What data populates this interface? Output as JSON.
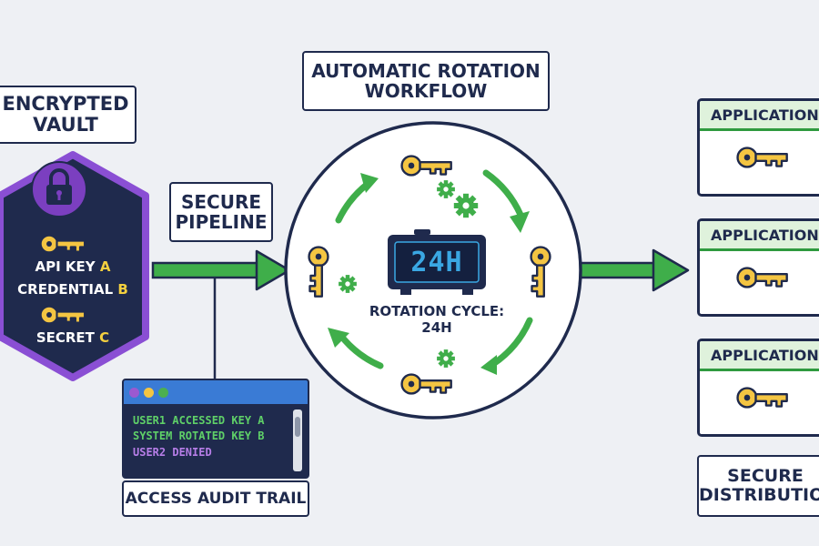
{
  "vault": {
    "title": "ENCRYPTED VAULT",
    "items": [
      {
        "prefix": "API KEY",
        "tag": "A"
      },
      {
        "prefix": "CREDENTIAL",
        "tag": "B"
      },
      {
        "prefix": "SECRET",
        "tag": "C"
      }
    ]
  },
  "pipeline": {
    "label": "SECURE PIPELINE"
  },
  "workflow": {
    "title": "AUTOMATIC ROTATION WORKFLOW",
    "clock_display": "24H",
    "cycle_label": "ROTATION CYCLE: 24H"
  },
  "audit": {
    "label": "ACCESS AUDIT TRAIL",
    "entries": [
      {
        "text": "USER1 ACCESSED KEY A",
        "color": "#5fd068"
      },
      {
        "text": "SYSTEM ROTATED KEY B",
        "color": "#5fd068"
      },
      {
        "text": "USER2 DENIED",
        "color": "#b77ee8"
      }
    ],
    "dot_colors": [
      "#9b59d0",
      "#f4c542",
      "#4caf50"
    ]
  },
  "applications": [
    {
      "label": "APPLICATION"
    },
    {
      "label": "APPLICATION"
    },
    {
      "label": "APPLICATION"
    }
  ],
  "distribution": {
    "label": "SECURE DISTRIBUTION"
  },
  "colors": {
    "navy": "#1f2a4d",
    "green": "#3fae4a",
    "purple": "#7b3fc0",
    "key_yellow": "#f4c542",
    "blue": "#3a7bd5"
  }
}
